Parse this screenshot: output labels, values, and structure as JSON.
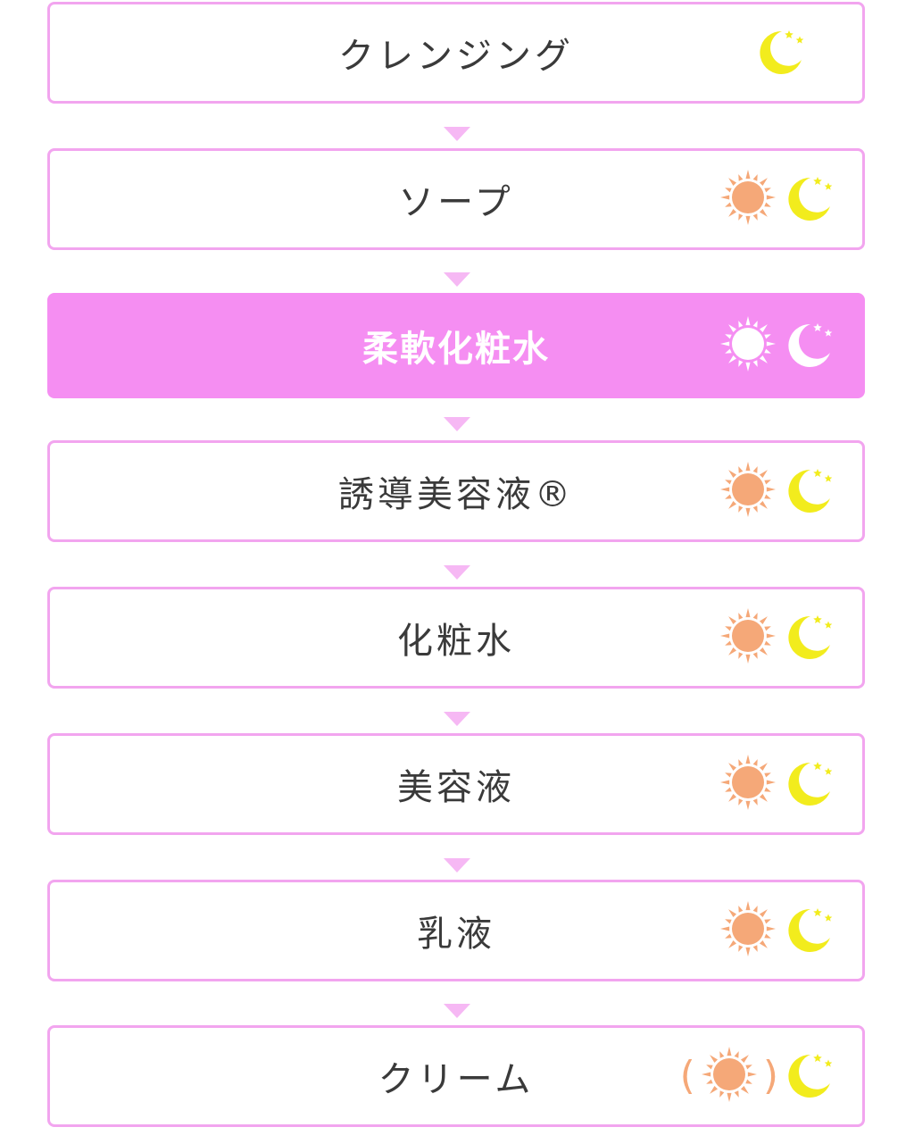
{
  "steps": [
    {
      "label": "クレンジング",
      "sun": false,
      "moon": true,
      "highlight": false,
      "sun_optional": false
    },
    {
      "label": "ソープ",
      "sun": true,
      "moon": true,
      "highlight": false,
      "sun_optional": false
    },
    {
      "label": "柔軟化粧水",
      "sun": true,
      "moon": true,
      "highlight": true,
      "sun_optional": false
    },
    {
      "label": "誘導美容液®",
      "sun": true,
      "moon": true,
      "highlight": false,
      "sun_optional": false
    },
    {
      "label": "化粧水",
      "sun": true,
      "moon": true,
      "highlight": false,
      "sun_optional": false
    },
    {
      "label": "美容液",
      "sun": true,
      "moon": true,
      "highlight": false,
      "sun_optional": false
    },
    {
      "label": "乳液",
      "sun": true,
      "moon": true,
      "highlight": false,
      "sun_optional": false
    },
    {
      "label": "クリーム",
      "sun": true,
      "moon": true,
      "highlight": false,
      "sun_optional": true
    }
  ],
  "optional_open": "(",
  "optional_close": ")",
  "colors": {
    "border": "#f2a5ef",
    "highlight_bg": "#f58ef2",
    "sun": "#f5a878",
    "moon": "#f2ec1d",
    "arrow": "#f6b8f4"
  },
  "icons": {
    "sun": "sun-icon",
    "moon": "crescent-moon-with-stars-icon",
    "arrow": "arrow-down-icon"
  }
}
